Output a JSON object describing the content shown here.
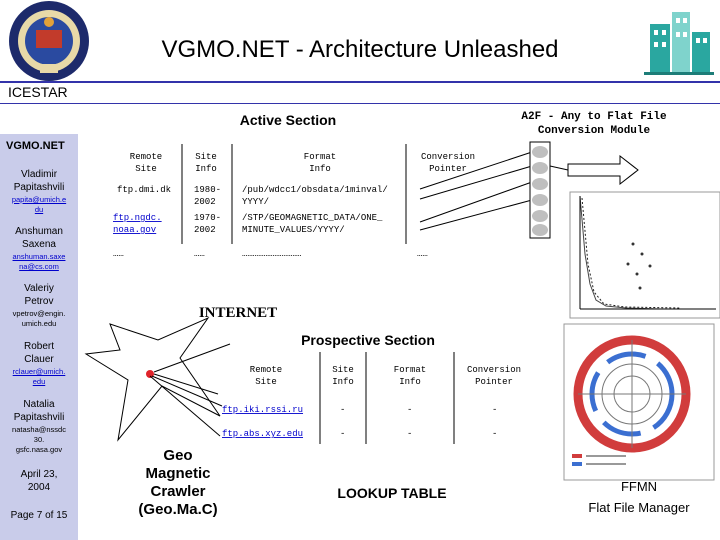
{
  "title": "VGMO.NET - Architecture Unleashed",
  "section_label": "ICESTAR",
  "active_section": {
    "heading": "Active Section",
    "columns": [
      "Remote Site",
      "Site Info",
      "Format Info",
      "Conversion Pointer"
    ],
    "rows": [
      [
        "ftp.dmi.dk",
        "1980-2002",
        "/pub/wdcc1/obsdata/1minval/YYYY/",
        ""
      ],
      [
        "ftp.ngdc.noaa.gov",
        "1970-2002",
        "/STP/GEOMAGNETIC_DATA/ONE_MINUTE_VALUES/YYYY/",
        ""
      ],
      [
        "……",
        "……",
        "……………………………",
        "……"
      ]
    ]
  },
  "a2f": {
    "line1": "A2F - Any to Flat File",
    "line2": "Conversion Module"
  },
  "internet_label": "INTERNET",
  "prospective_section": {
    "heading": "Prospective Section",
    "columns": [
      "Remote Site",
      "Site Info",
      "Format Info",
      "Conversion Pointer"
    ],
    "rows": [
      [
        "ftp.iki.rssi.ru",
        "-",
        "-",
        "-"
      ],
      [
        "ftp.abs.xyz.edu",
        "-",
        "-",
        "-"
      ]
    ]
  },
  "crawler": {
    "l1": "Geo",
    "l2": "Magnetic",
    "l3": "Crawler",
    "l4": "(Geo.Ma.C)"
  },
  "lookup_table": "LOOKUP TABLE",
  "ffmn": {
    "l1": "FFMN",
    "l2": "Flat File Manager"
  },
  "sidebar": {
    "heading": "VGMO.NET",
    "people": [
      {
        "name1": "Vladimir",
        "name2": "Papitashvili",
        "email1": "papita@umich.e",
        "email2": "du"
      },
      {
        "name1": "Anshuman",
        "name2": "Saxena",
        "email1": "anshuman.saxe",
        "email2": "na@cs.com"
      },
      {
        "name1": "Valeriy",
        "name2": "Petrov",
        "email1": "vpetrov@engin.",
        "email2": "umich.edu"
      },
      {
        "name1": "Robert",
        "name2": "Clauer",
        "email1": "rclauer@umich.",
        "email2": "edu"
      },
      {
        "name1": "Natalia",
        "name2": "Papitashvili",
        "email1": "natasha@nssdc",
        "email2": "30.",
        "email3": "gsfc.nasa.gov"
      }
    ],
    "date1": "April 23,",
    "date2": "2004",
    "page": "Page 7 of 15"
  },
  "colors": {
    "sidebar_bg": "#c9ccea",
    "rule": "#3333aa",
    "link": "#0000cc",
    "logo_teal": "#2aa7a0"
  }
}
